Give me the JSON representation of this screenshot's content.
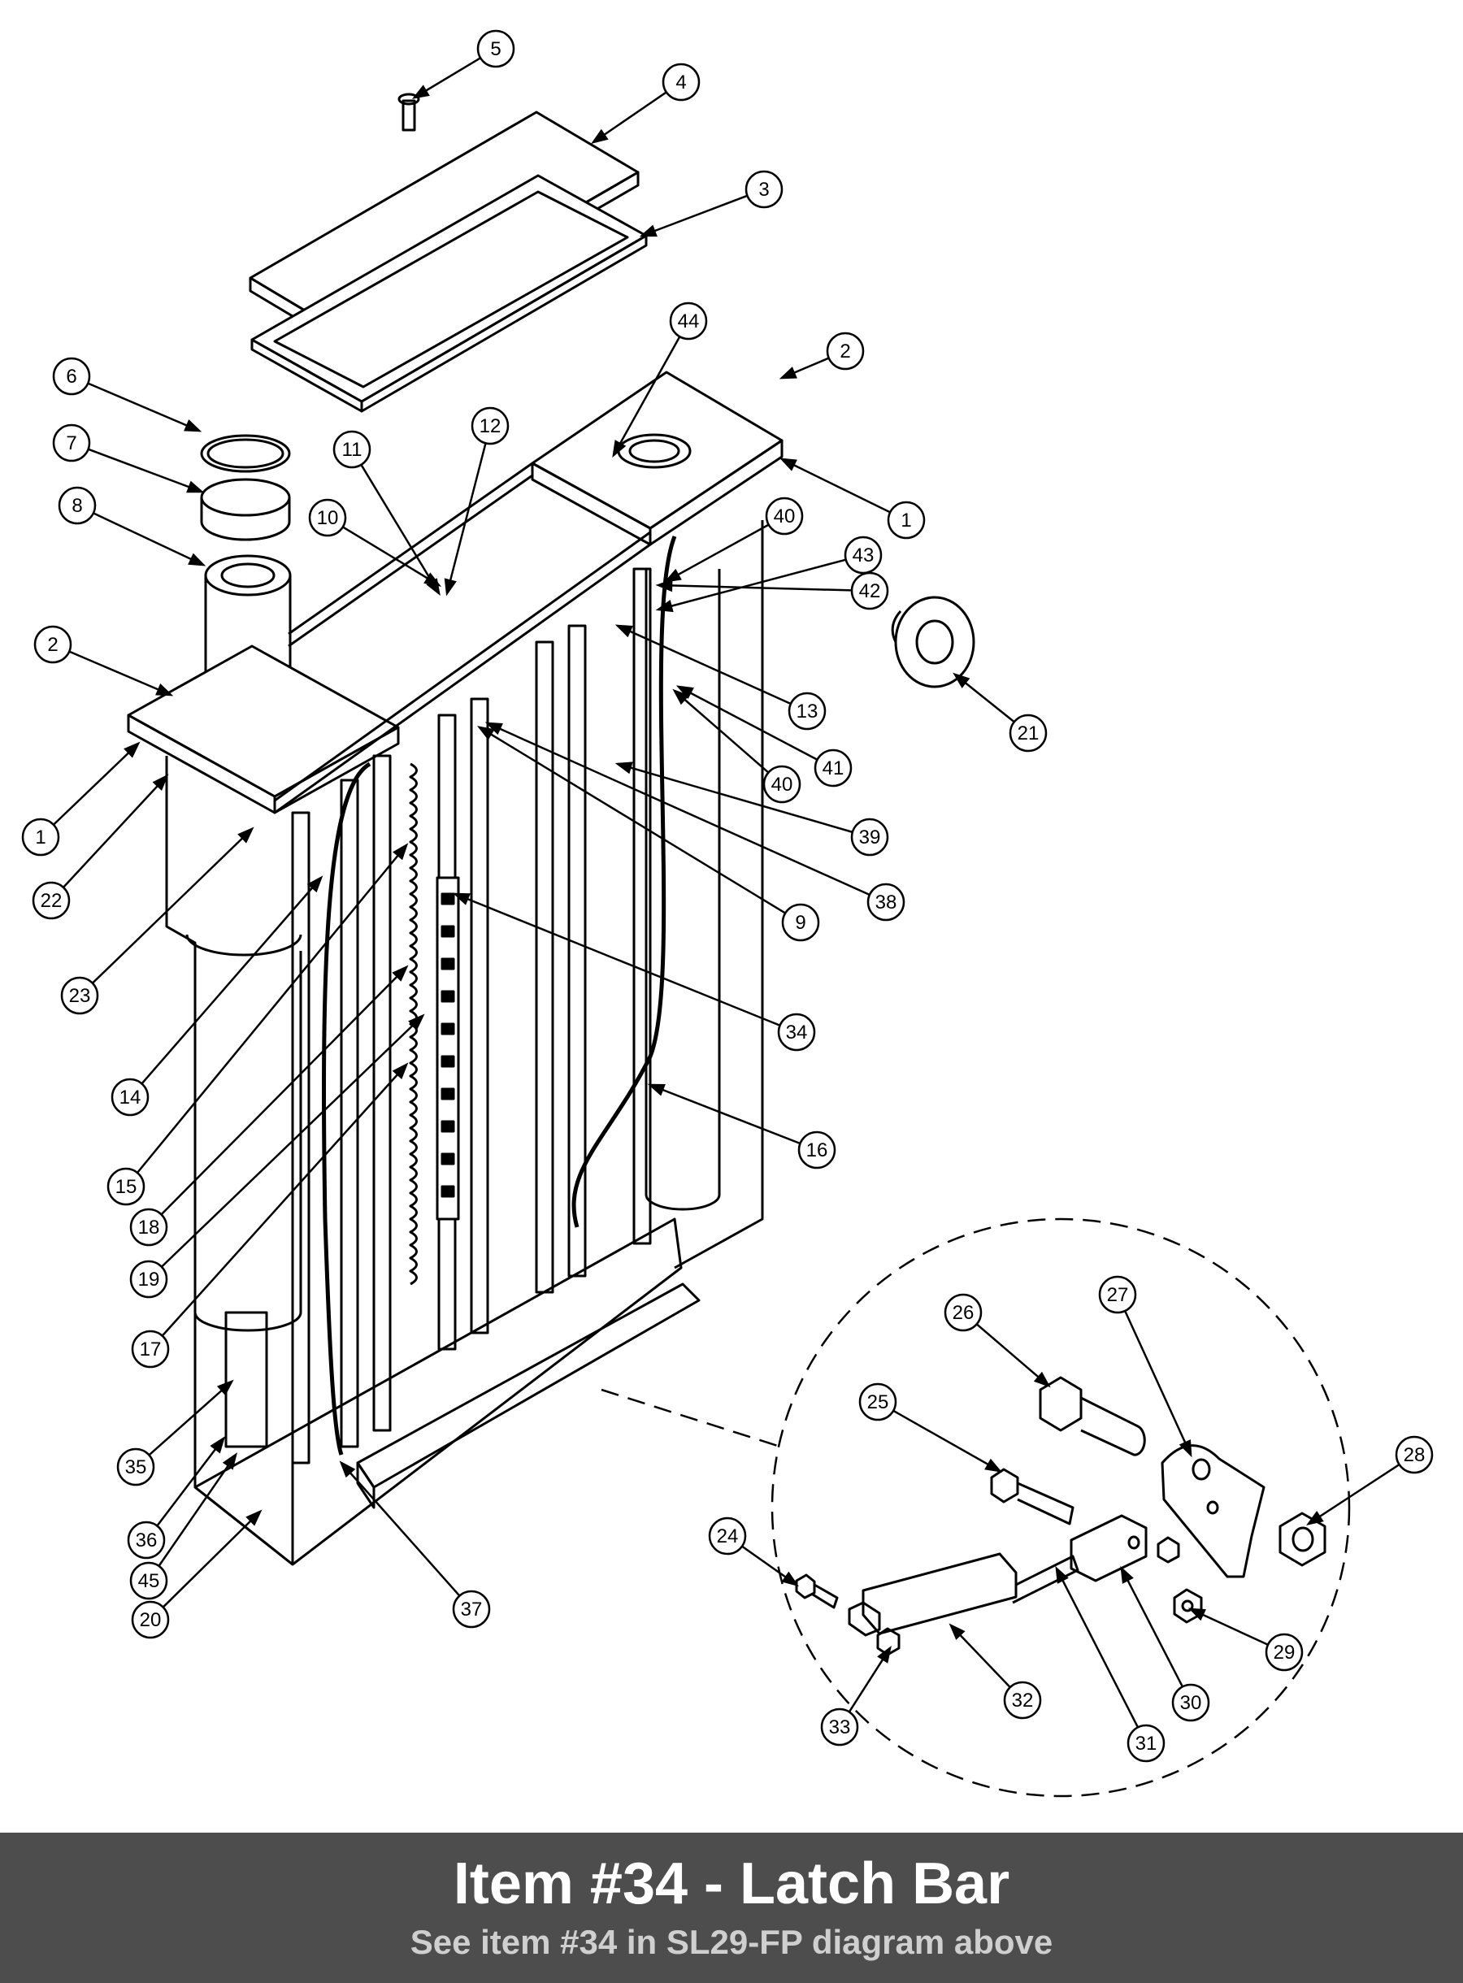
{
  "diagram": {
    "callouts": [
      "1",
      "1",
      "2",
      "2",
      "3",
      "4",
      "5",
      "6",
      "7",
      "8",
      "9",
      "10",
      "11",
      "12",
      "13",
      "14",
      "15",
      "16",
      "17",
      "18",
      "19",
      "20",
      "21",
      "22",
      "23",
      "24",
      "25",
      "26",
      "27",
      "28",
      "29",
      "30",
      "31",
      "32",
      "33",
      "34",
      "35",
      "36",
      "37",
      "38",
      "39",
      "40",
      "40",
      "41",
      "42",
      "43",
      "44",
      "45"
    ]
  },
  "caption": {
    "title": "Item #34 - Latch Bar",
    "subtitle": "See item #34 in SL29-FP diagram above"
  },
  "colors": {
    "line": "#000000",
    "caption_bg": "#4d4d4d",
    "caption_text": "#ffffff",
    "caption_sub": "#cfcfcf"
  }
}
